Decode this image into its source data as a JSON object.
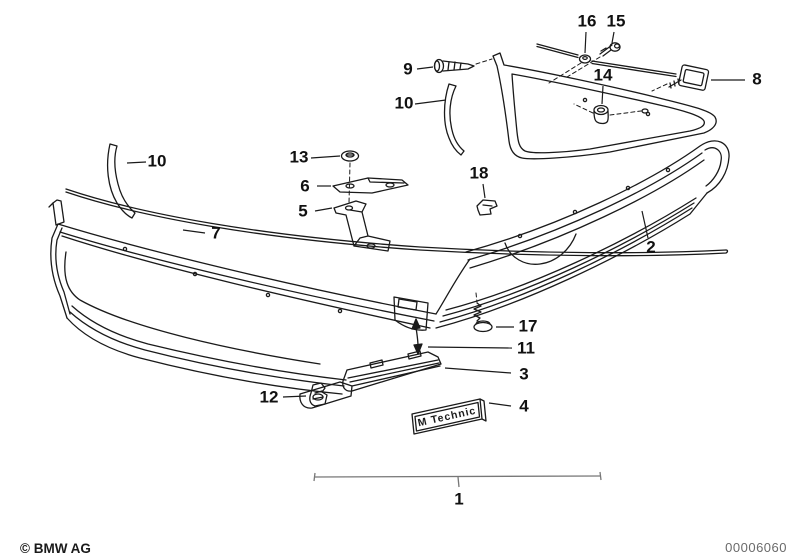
{
  "diagram": {
    "type": "exploded-parts-diagram",
    "badge": {
      "text": "M Technic"
    }
  },
  "labels": {
    "p1": "1",
    "p2": "2",
    "p3": "3",
    "p4": "4",
    "p5": "5",
    "p6": "6",
    "p7": "7",
    "p8": "8",
    "p9": "9",
    "p10_left": "10",
    "p10_right": "10",
    "p11": "11",
    "p12": "12",
    "p13": "13",
    "p14": "14",
    "p15": "15",
    "p16": "16",
    "p17": "17",
    "p18": "18"
  },
  "footer": {
    "copyright": "© BMW AG",
    "doc_number": "00006060"
  },
  "colors": {
    "line": "#1a1a1a",
    "background": "#ffffff",
    "muted": "#6a6a6a",
    "bracket_line": "#777777"
  }
}
